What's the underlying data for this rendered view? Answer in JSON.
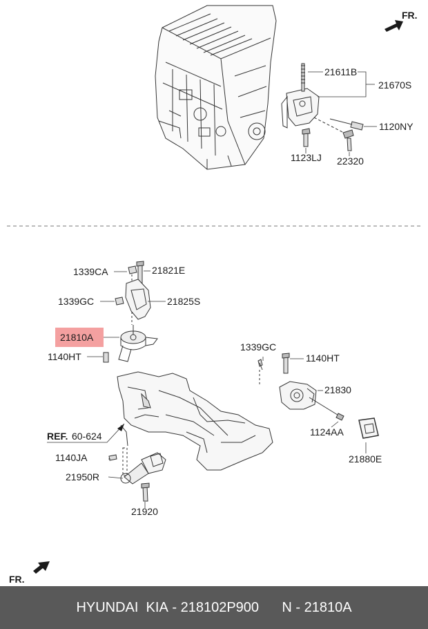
{
  "diagram": {
    "orientation_top": "FR.",
    "orientation_bottom": "FR.",
    "section_divider": "dashed",
    "highlight_color": "#f08080",
    "top_assembly_labels": {
      "bracket_stud": "21611B",
      "bracket_assembly": "21670S",
      "bolt_right": "1120NY",
      "bolt_lower_left": "1123LJ",
      "bolt_lower_right": "22320"
    },
    "mount_labels": {
      "nut_top": "1339CA",
      "bolt_top": "21821E",
      "nut_mid": "1339GC",
      "bracket": "21825S",
      "mount_highlighted": "21810A",
      "bolt_left": "1140HT",
      "nut_right": "1339GC",
      "bolt_right": "1140HT",
      "transmission_mount": "21830",
      "through_bolt": "1124AA",
      "insulator": "21880E",
      "ref_prefix": "REF.",
      "ref_value": "60-624",
      "bolt_roll_rod": "1140JA",
      "roll_rod": "21950R",
      "roll_rod_bolt": "21920"
    }
  },
  "footer": {
    "brand": "HYUNDAI  KIA",
    "part_number": "218102P900",
    "ref_code": "N - 21810A"
  }
}
